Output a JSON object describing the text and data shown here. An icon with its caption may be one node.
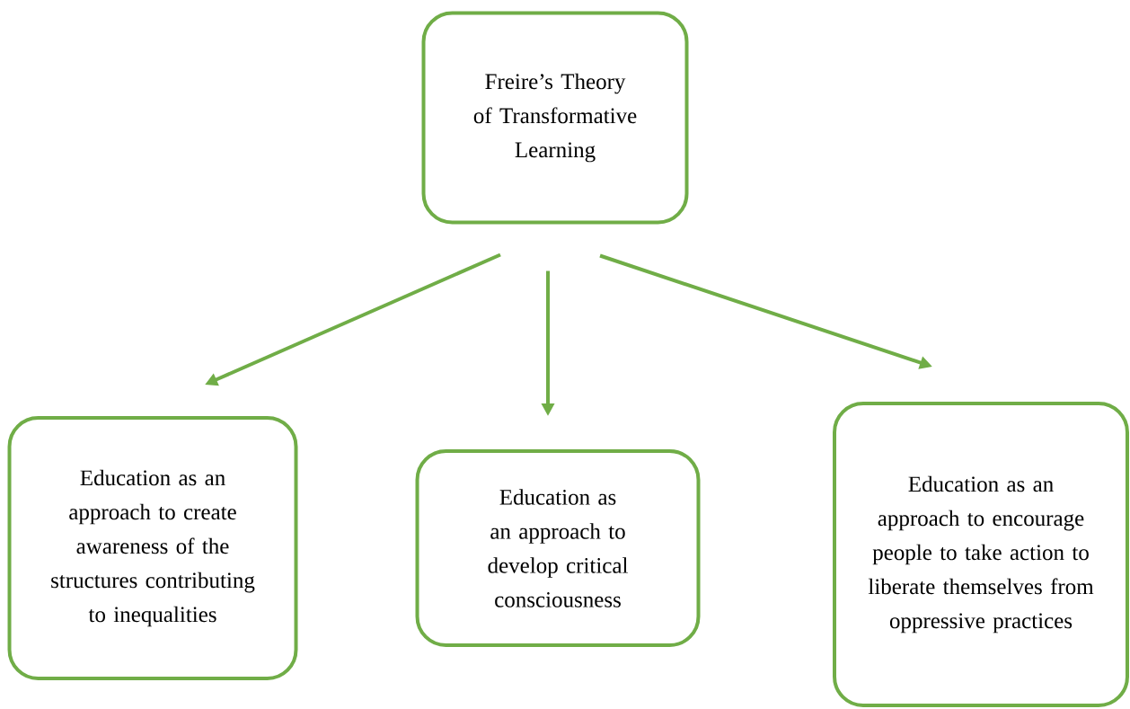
{
  "diagram": {
    "nodes": [
      {
        "text": [
          "Freire’s Theory of Transformative Learning"
        ]
      },
      {
        "text": [
          "Education as an approach to create awareness of the structures contributing to inequalities"
        ]
      },
      {
        "text": [
          "Education as an approach to develop critical consciousness"
        ]
      },
      {
        "text": [
          "Education as an approach to encourage people to take action to liberate themselves from oppressive practices"
        ]
      }
    ],
    "edges": [
      {
        "from": 0,
        "to": 1,
        "arrow": "to"
      },
      {
        "from": 0,
        "to": 2,
        "arrow": "to"
      },
      {
        "from": 0,
        "to": 3,
        "arrow": "to"
      }
    ]
  }
}
